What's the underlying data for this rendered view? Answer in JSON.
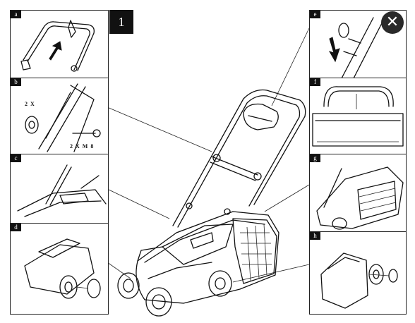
{
  "main_label": "1",
  "panels": [
    {
      "id": "a",
      "label": "a"
    },
    {
      "id": "b",
      "label": "b"
    },
    {
      "id": "c",
      "label": "c"
    },
    {
      "id": "d",
      "label": "d"
    },
    {
      "id": "e",
      "label": "e"
    },
    {
      "id": "f",
      "label": "f"
    },
    {
      "id": "g",
      "label": "g"
    },
    {
      "id": "h",
      "label": "h"
    }
  ],
  "annotations": {
    "qty_2x": "2 X",
    "qty_screws": "2 X M 8"
  },
  "close_icon": "close-icon",
  "close_glyph": "✕"
}
